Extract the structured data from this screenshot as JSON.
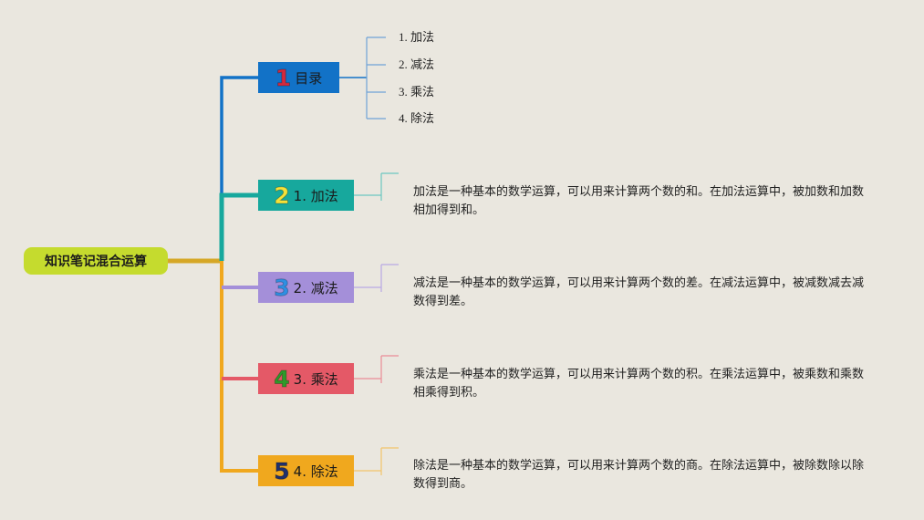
{
  "root": {
    "label": "知识笔记混合运算"
  },
  "branches": [
    {
      "number": "1",
      "label": "目录",
      "color": "#1272c7",
      "number_color": "#d32a3f"
    },
    {
      "number": "2",
      "label": "1. 加法",
      "color": "#17a89d",
      "number_color": "#f4e23a"
    },
    {
      "number": "3",
      "label": "2. 减法",
      "color": "#a48fd9",
      "number_color": "#2f8fe2"
    },
    {
      "number": "4",
      "label": "3. 乘法",
      "color": "#e45967",
      "number_color": "#2e9a2a"
    },
    {
      "number": "5",
      "label": "4. 除法",
      "color": "#f0a81e",
      "number_color": "#20306b"
    }
  ],
  "toc": [
    "1. 加法",
    "2. 减法",
    "3. 乘法",
    "4. 除法"
  ],
  "descriptions": [
    "加法是一种基本的数学运算，可以用来计算两个数的和。在加法运算中，被加数和加数相加得到和。",
    "减法是一种基本的数学运算，可以用来计算两个数的差。在减法运算中，被减数减去减数得到差。",
    "乘法是一种基本的数学运算，可以用来计算两个数的积。在乘法运算中，被乘数和乘数相乘得到积。",
    "除法是一种基本的数学运算，可以用来计算两个数的商。在除法运算中，被除数除以除数得到商。"
  ],
  "colors": {
    "background": "#eae7df",
    "root_fill": "#c5db2e",
    "root_link": "#d6a726",
    "trunk_upper": "#1a9ba0",
    "trunk_lower": "#e6a820"
  }
}
